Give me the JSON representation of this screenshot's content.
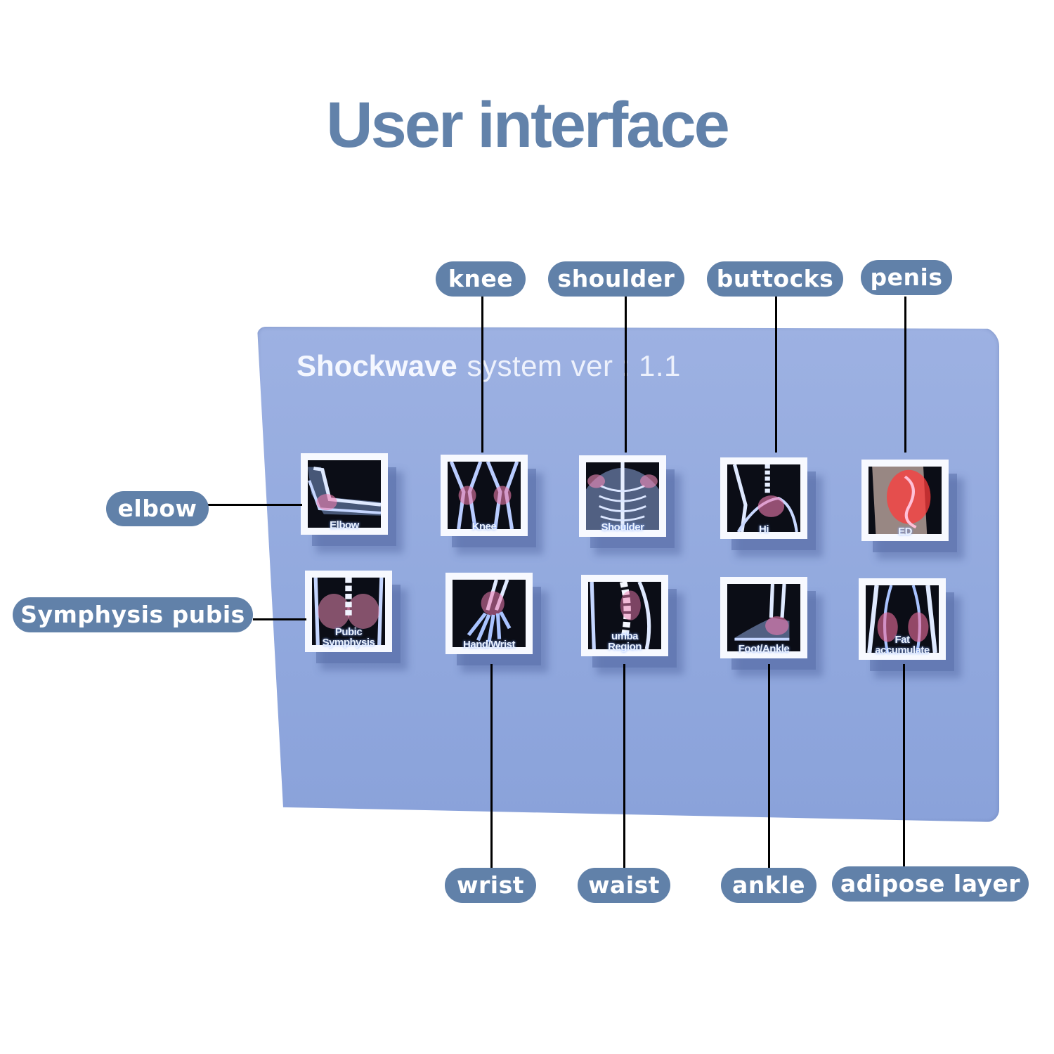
{
  "page": {
    "title": "User interface",
    "accent_color": "#6181a9",
    "screen_color": "#92a9de"
  },
  "screen": {
    "brand": "Shockwave",
    "subtitle": "system ver : 1.1",
    "tiles": [
      {
        "caption": "Elbow",
        "icon": "elbow-xray-icon"
      },
      {
        "caption": "Knee",
        "icon": "knee-xray-icon"
      },
      {
        "caption": "Shoulder",
        "icon": "shoulder-xray-icon"
      },
      {
        "caption": "Hi",
        "icon": "hip-xray-icon"
      },
      {
        "caption": "ED",
        "icon": "ed-xray-icon"
      },
      {
        "caption": "Pubic Symphysis",
        "caption_lines": [
          "Pubic",
          "Symphysis"
        ],
        "icon": "pelvis-xray-icon"
      },
      {
        "caption": "Hand/Wrist",
        "icon": "hand-wrist-xray-icon"
      },
      {
        "caption": "Lumbar Region",
        "caption_lines": [
          "umba",
          "Region"
        ],
        "icon": "lumbar-xray-icon"
      },
      {
        "caption": "Foot/Ankle",
        "icon": "foot-ankle-xray-icon"
      },
      {
        "caption": "Fat accumulate",
        "caption_lines": [
          "Fat",
          "accumulate"
        ],
        "icon": "fat-xray-icon"
      }
    ]
  },
  "callouts": {
    "top": [
      "knee",
      "shoulder",
      "buttocks",
      "penis"
    ],
    "left": [
      "elbow",
      "Symphysis pubis"
    ],
    "bottom": [
      "wrist",
      "waist",
      "ankle",
      "adipose layer"
    ]
  }
}
